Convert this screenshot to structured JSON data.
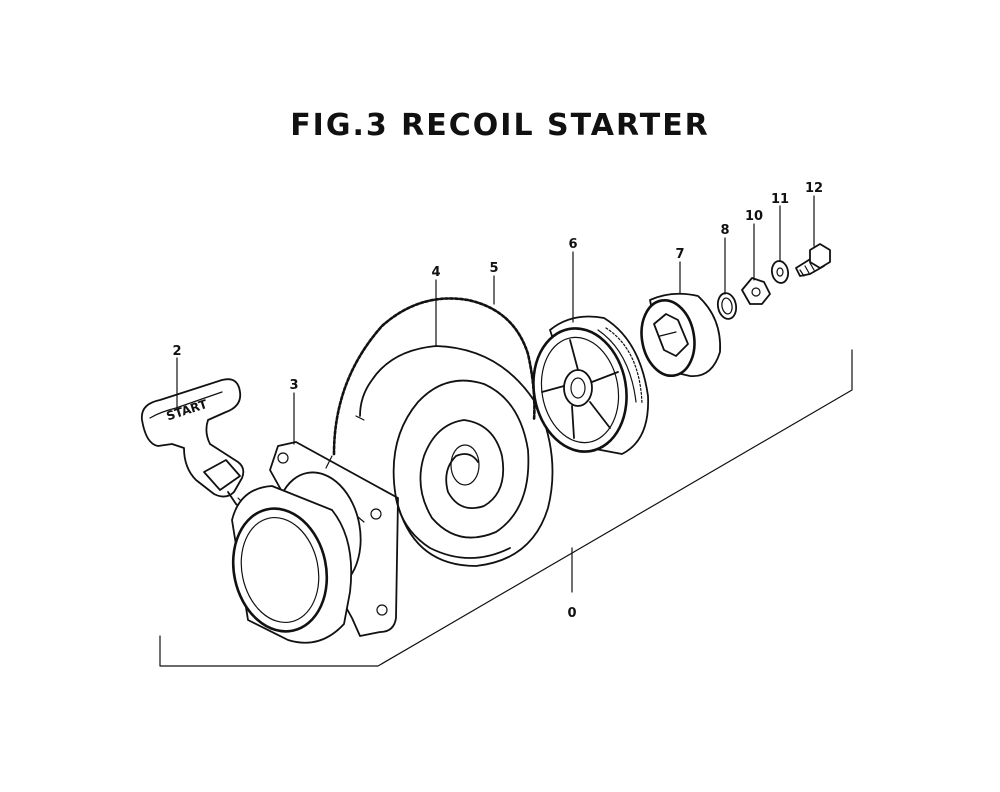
{
  "title": "FIG.3   RECOIL  STARTER",
  "parts": [
    {
      "id": "part-0",
      "number": "0"
    },
    {
      "id": "part-2",
      "number": "2"
    },
    {
      "id": "part-3",
      "number": "3"
    },
    {
      "id": "part-4",
      "number": "4"
    },
    {
      "id": "part-5",
      "number": "5"
    },
    {
      "id": "part-6",
      "number": "6"
    },
    {
      "id": "part-7",
      "number": "7"
    },
    {
      "id": "part-8",
      "number": "8"
    },
    {
      "id": "part-10",
      "number": "10"
    },
    {
      "id": "part-11",
      "number": "11"
    },
    {
      "id": "part-12",
      "number": "12"
    }
  ],
  "handle_text": "START"
}
